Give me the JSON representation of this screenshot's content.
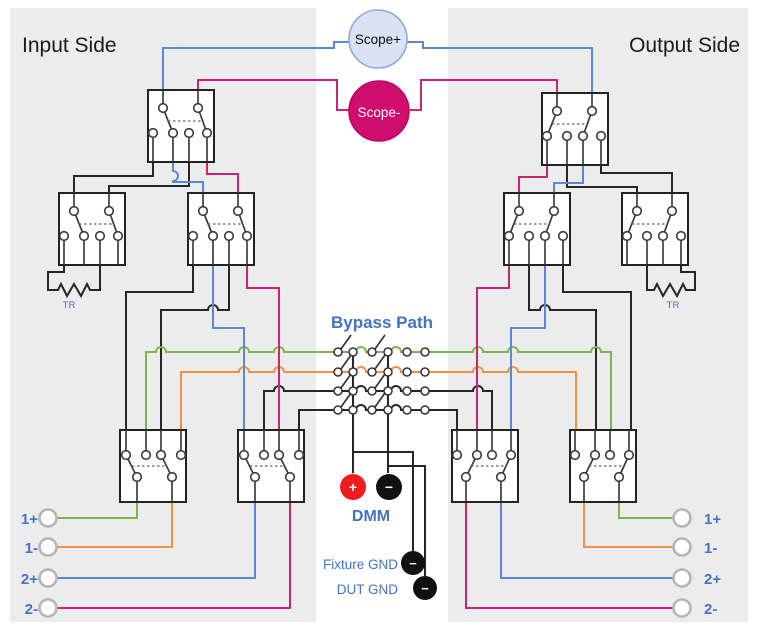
{
  "titles": {
    "left": "Input Side",
    "right": "Output Side"
  },
  "scope": {
    "plus": "Scope+",
    "minus": "Scope-"
  },
  "bypass_label": "Bypass Path",
  "dmm": {
    "label": "DMM",
    "plus": "+",
    "minus": "−"
  },
  "grounds": {
    "fixture": "Fixture GND",
    "dut": "DUT GND",
    "fixture_sign": "−",
    "dut_sign": "−"
  },
  "tr": {
    "left": "TR",
    "right": "TR"
  },
  "terminals": {
    "left": [
      "1+",
      "1-",
      "2+",
      "2-"
    ],
    "right": [
      "1+",
      "1-",
      "2+",
      "2-"
    ]
  },
  "colors": {
    "panel_gray": "#ececec",
    "wire_black": "#262626",
    "wire_green": "#7ab648",
    "wire_orange": "#f09246",
    "wire_blue": "#5b87d5",
    "wire_crimson": "#c9266e",
    "scope_plus_fill": "#dae3f3",
    "scope_plus_stroke": "#8ea9db",
    "scope_minus_fill": "#cf0d6e",
    "scope_minus_stroke": "#b80a60",
    "dmm_plus_fill": "#ee1c1c",
    "dmm_minus_fill": "#111111",
    "gnd_fill": "#111111",
    "label_blue": "#4472c4",
    "terminal_stroke": "#b5b5b5",
    "relay_stroke": "#222222"
  }
}
